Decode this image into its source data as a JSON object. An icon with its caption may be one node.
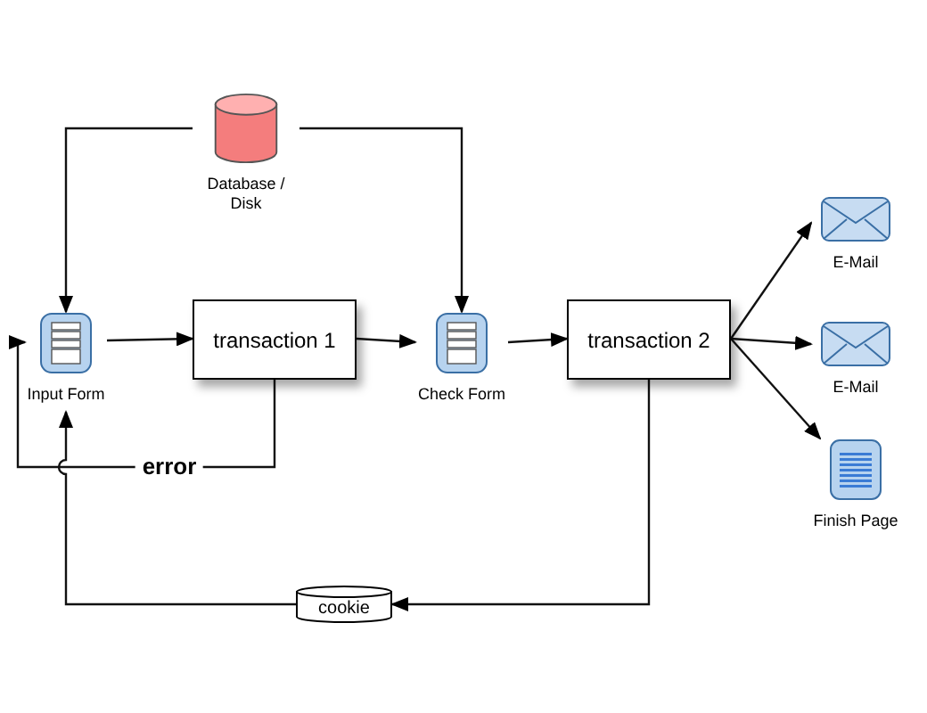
{
  "diagram": {
    "nodes": [
      {
        "text": [
          "Database / Disk"
        ]
      },
      {
        "text": [
          "Input Form"
        ]
      },
      {
        "text": [
          "transaction 1"
        ]
      },
      {
        "text": [
          "Check Form"
        ]
      },
      {
        "text": [
          "transaction 2"
        ]
      },
      {
        "text": [
          "E-Mail"
        ]
      },
      {
        "text": [
          "E-Mail"
        ]
      },
      {
        "text": [
          "Finish Page"
        ]
      },
      {
        "text": [
          "cookie"
        ]
      }
    ],
    "edges": [
      {
        "from": 0,
        "to": 1,
        "arrow": "to"
      },
      {
        "from": 0,
        "to": 3,
        "arrow": "to"
      },
      {
        "from": 1,
        "to": 2,
        "arrow": "to"
      },
      {
        "from": 2,
        "to": 3,
        "arrow": "to"
      },
      {
        "from": 3,
        "to": 4,
        "arrow": "to"
      },
      {
        "from": 4,
        "to": 5,
        "arrow": "to"
      },
      {
        "from": 4,
        "to": 6,
        "arrow": "to"
      },
      {
        "from": 4,
        "to": 7,
        "arrow": "to"
      },
      {
        "from": 4,
        "to": 8,
        "arrow": "to"
      },
      {
        "from": 8,
        "to": 1,
        "arrow": "to"
      },
      {
        "from": 2,
        "to": 1,
        "arrow": "to",
        "label": "error"
      }
    ]
  }
}
